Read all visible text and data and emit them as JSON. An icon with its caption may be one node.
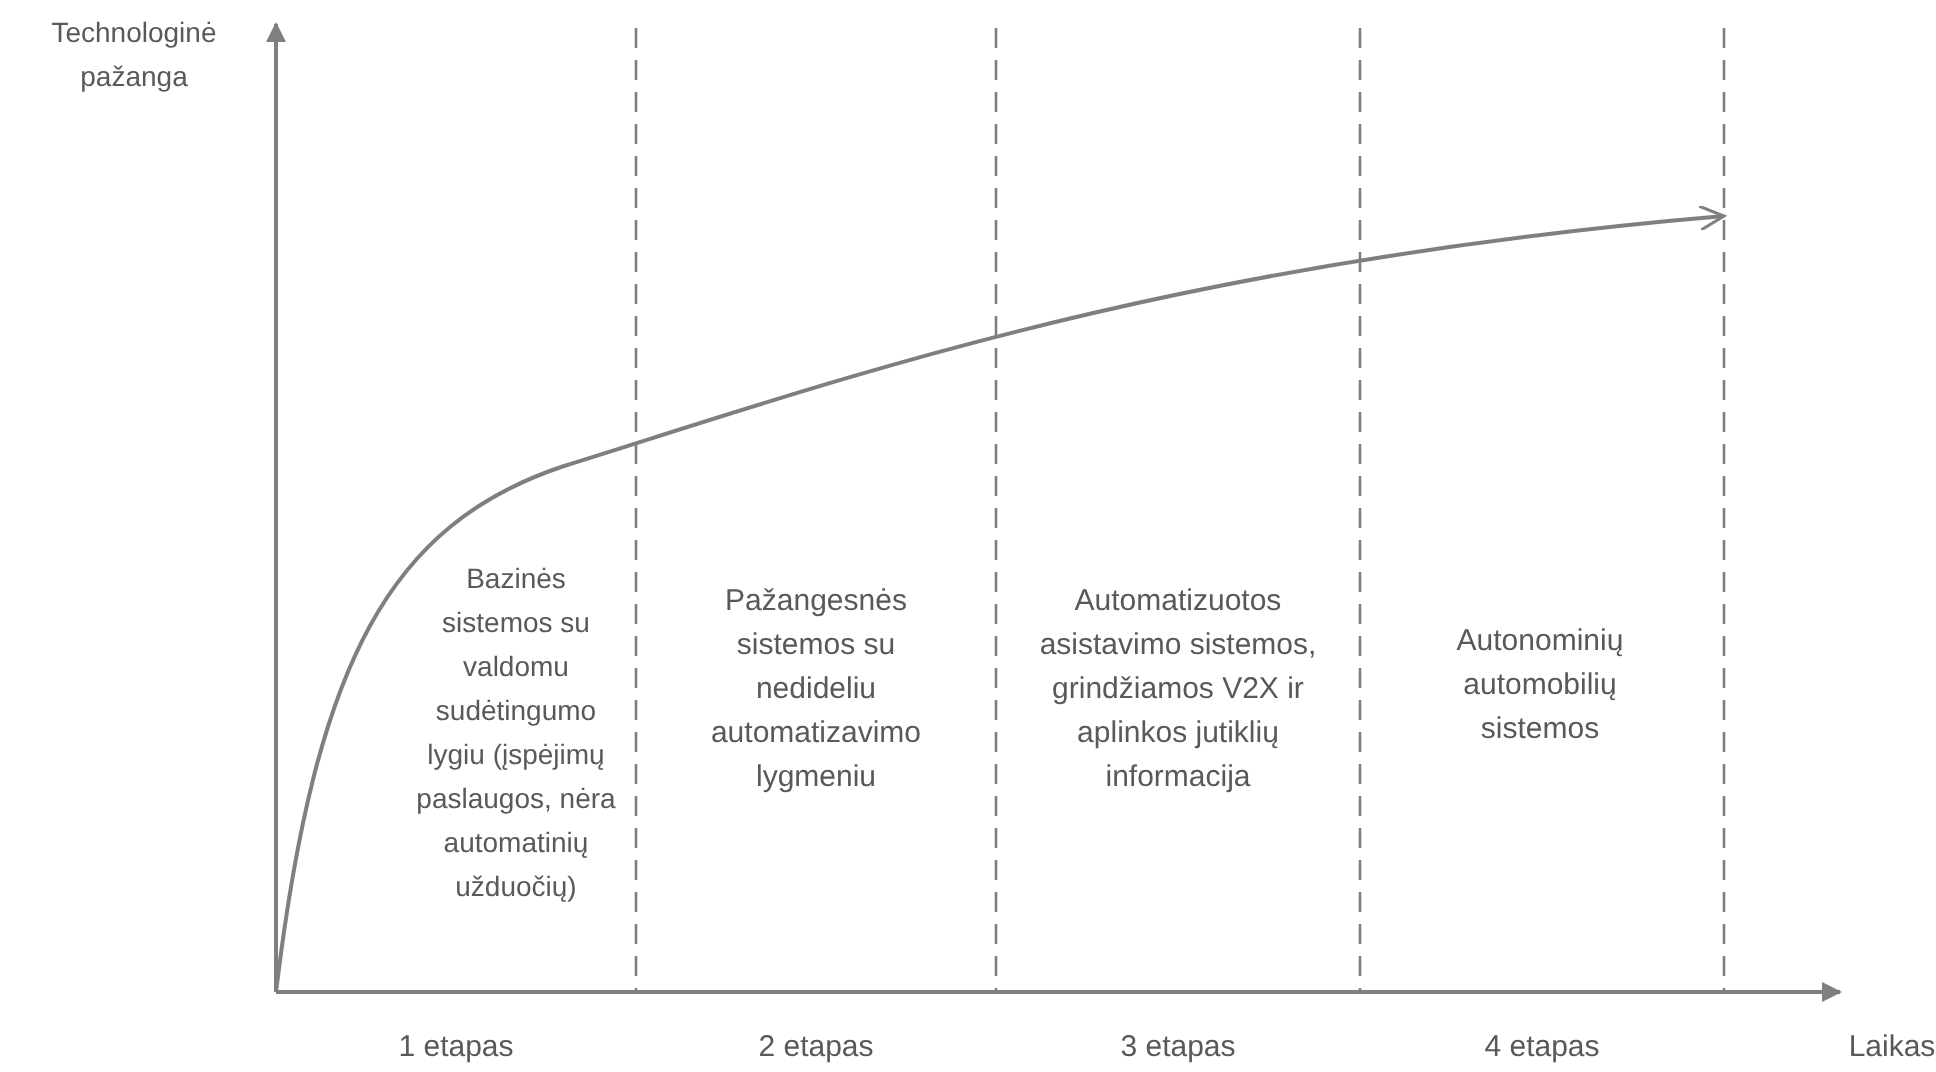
{
  "diagram": {
    "labels": [
      "Technologinė pažanga",
      "Bazinės sistemos su valdomu sudėtingumo lygiu (įspėjimų paslaugos, nėra automatinių užduočių)",
      "Pažangesnės sistemos su nedideliu automatizavimo lygmeniu",
      "Automatizuotos asistavimo sistemos, grindžiamos V2X ir aplinkos jutiklių informacija",
      "Autonominių automobilių sistemos",
      "1 etapas",
      "2 etapas",
      "3 etapas",
      "4 etapas",
      "Laikas"
    ]
  }
}
